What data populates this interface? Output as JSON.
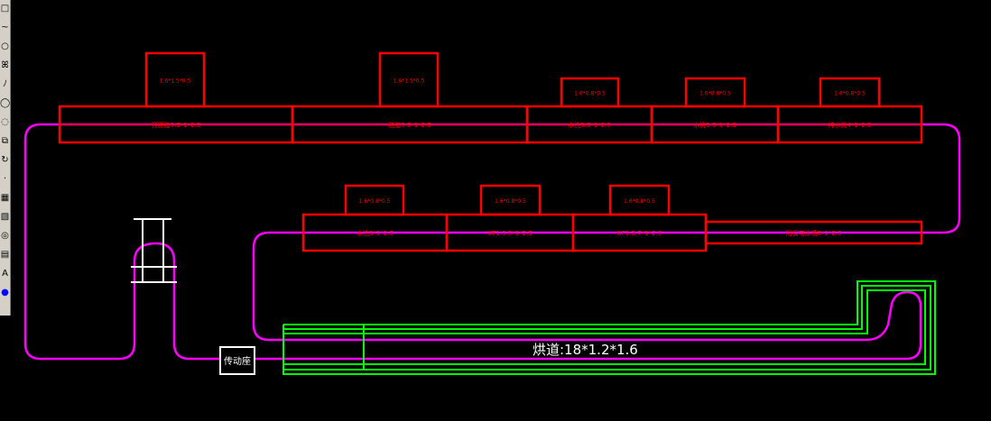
{
  "toolbar": {
    "tools": [
      {
        "name": "rectangle-tool-icon",
        "glyph": "□"
      },
      {
        "name": "spline-tool-icon",
        "glyph": "~"
      },
      {
        "name": "circle-tool-icon",
        "glyph": "○"
      },
      {
        "name": "revision-cloud-tool-icon",
        "glyph": "ꕤ"
      },
      {
        "name": "arc-tool-icon",
        "glyph": "ﾉ"
      },
      {
        "name": "ellipse-tool-icon",
        "glyph": "◯"
      },
      {
        "name": "ellipse-arc-tool-icon",
        "glyph": "◌"
      },
      {
        "name": "insert-block-tool-icon",
        "glyph": "⧉"
      },
      {
        "name": "make-block-tool-icon",
        "glyph": "↻"
      },
      {
        "name": "point-tool-icon",
        "glyph": "·"
      },
      {
        "name": "hatch-tool-icon",
        "glyph": "▦"
      },
      {
        "name": "gradient-tool-icon",
        "glyph": "▧"
      },
      {
        "name": "region-tool-icon",
        "glyph": "◎"
      },
      {
        "name": "table-tool-icon",
        "glyph": "▤"
      },
      {
        "name": "multiline-text-tool-icon",
        "glyph": "A"
      },
      {
        "name": "add-selected-tool-icon",
        "glyph": "●"
      }
    ]
  },
  "colors": {
    "background": "#000000",
    "tanks": "#ff0000",
    "conveyor": "#ff00ff",
    "oven": "#00ff00",
    "outline": "#ffffff"
  },
  "drawing": {
    "top_row": {
      "tanks": [
        "预脱脂5.5*1*2.5",
        "脱脂5.5*1*2.5",
        "水洗3.5*1*2.5",
        "水洗3.5*1*2.5",
        "纯水洗4*1*2.5"
      ],
      "heaters": [
        "1.6*1.5*0.5",
        "1.6*1.5*0.5",
        "1.6*0.8*0.5",
        "1.6*0.8*0.5",
        "1.6*0.8*0.5"
      ]
    },
    "bottom_row": {
      "tanks": [
        "水洗3*1*2.5",
        "UF1:3.5*1*2.5",
        "UF1:3.7*1*2.5",
        "阳极电泳槽8*1*2.5"
      ],
      "heaters": [
        "1.6*0.8*0.5",
        "1.6*0.8*0.5",
        "1.6*0.8*0.5"
      ]
    },
    "oven_label": "烘道:18*1.2*1.6",
    "drive_label": "传动座"
  }
}
